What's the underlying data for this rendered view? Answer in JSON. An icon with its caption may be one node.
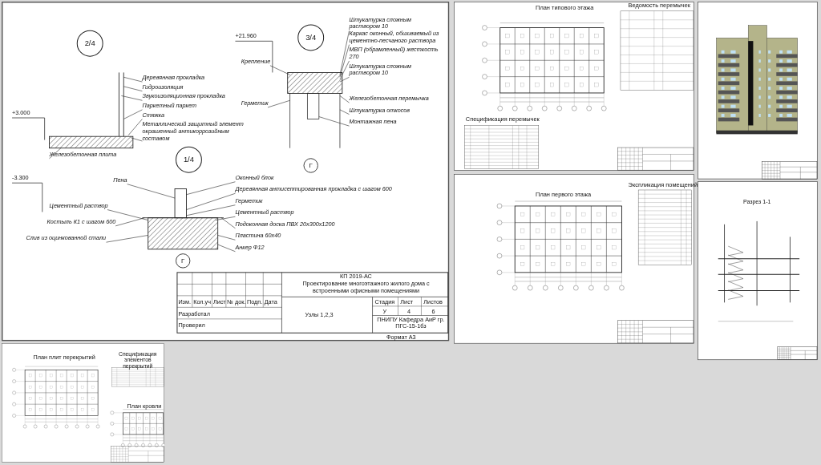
{
  "diagram": {
    "nodes": [
      {
        "text": [
          "Деревянная прокладка"
        ]
      },
      {
        "text": [
          "Металлический защитный элемент окрашенный антикоррозийным составом"
        ]
      },
      {
        "text": [
          "Гидроизоляция"
        ]
      },
      {
        "text": [
          "Звукоизоляционная прокладка"
        ]
      },
      {
        "text": [
          "Паркетный паркет"
        ]
      },
      {
        "text": [
          "Стяжка"
        ]
      },
      {
        "text": [
          "Железобетонная плита"
        ]
      },
      {
        "text": [
          "Крепление"
        ]
      },
      {
        "text": [
          "Герметик"
        ]
      },
      {
        "text": [
          "Штукатурка сложным раствором 10"
        ]
      },
      {
        "text": [
          "Каркас оконный, обшиваемый из цементно-песчаного раствора"
        ]
      },
      {
        "text": [
          "МВП (обрамленный) жесткость 270"
        ]
      },
      {
        "text": [
          "Штукатурка сложным раствором 10"
        ]
      },
      {
        "text": [
          "Железобетонная перемычка"
        ]
      },
      {
        "text": [
          "Штукатурка откосов"
        ]
      },
      {
        "text": [
          "Монтажная пена"
        ]
      },
      {
        "text": [
          "Пена"
        ]
      },
      {
        "text": [
          "Оконный блок"
        ]
      },
      {
        "text": [
          "Деревянная антисептированная прокладка с шагом 600"
        ]
      },
      {
        "text": [
          "Герметик"
        ]
      },
      {
        "text": [
          "Цементный раствор"
        ]
      },
      {
        "text": [
          "Подоконная доска ПВХ 20х300х1200"
        ]
      },
      {
        "text": [
          "Пластина 60х40"
        ]
      },
      {
        "text": [
          "Анкер Ф12"
        ]
      },
      {
        "text": [
          "Цементный раствор"
        ]
      },
      {
        "text": [
          "Костыль К1 с шагом 600"
        ]
      },
      {
        "text": [
          "Слив из оцинкованной стали"
        ]
      },
      {
        "text": [],
        "shape": "picture"
      },
      {
        "text": [],
        "shape": "picture"
      },
      {
        "text": [],
        "shape": "picture"
      }
    ],
    "edges": [
      {
        "from": 0,
        "to": 27,
        "arrow": "none"
      },
      {
        "from": 1,
        "to": 27,
        "arrow": "none"
      },
      {
        "from": 2,
        "to": 27,
        "arrow": "none"
      },
      {
        "from": 3,
        "to": 27,
        "arrow": "none"
      },
      {
        "from": 4,
        "to": 27,
        "arrow": "none"
      },
      {
        "from": 5,
        "to": 27,
        "arrow": "none"
      },
      {
        "from": 6,
        "to": 27,
        "arrow": "none"
      },
      {
        "from": 7,
        "to": 28,
        "arrow": "none"
      },
      {
        "from": 8,
        "to": 28,
        "arrow": "none"
      },
      {
        "from": 9,
        "to": 28,
        "arrow": "none"
      },
      {
        "from": 10,
        "to": 28,
        "arrow": "none"
      },
      {
        "from": 11,
        "to": 28,
        "arrow": "none"
      },
      {
        "from": 12,
        "to": 28,
        "arrow": "none"
      },
      {
        "from": 13,
        "to": 28,
        "arrow": "none"
      },
      {
        "from": 14,
        "to": 28,
        "arrow": "none"
      },
      {
        "from": 15,
        "to": 28,
        "arrow": "none"
      },
      {
        "from": 16,
        "to": 29,
        "arrow": "none"
      },
      {
        "from": 17,
        "to": 29,
        "arrow": "none"
      },
      {
        "from": 18,
        "to": 29,
        "arrow": "none"
      },
      {
        "from": 19,
        "to": 29,
        "arrow": "none"
      },
      {
        "from": 20,
        "to": 29,
        "arrow": "none"
      },
      {
        "from": 21,
        "to": 29,
        "arrow": "none"
      },
      {
        "from": 22,
        "to": 29,
        "arrow": "none"
      },
      {
        "from": 23,
        "to": 29,
        "arrow": "none"
      },
      {
        "from": 24,
        "to": 29,
        "arrow": "none"
      },
      {
        "from": 25,
        "to": 29,
        "arrow": "none"
      },
      {
        "from": 26,
        "to": 29,
        "arrow": "none"
      }
    ],
    "labels": [
      "План типового этажа",
      "Ведомость перемычек",
      "Спецификация перемычек",
      "2/4",
      "+21.960",
      "3/4",
      "+3.000",
      "-3.300",
      "1/4",
      "Г",
      "Г",
      "КП 2019-АС",
      "Проектирование многоэтажного жилого дома с встроенными офисными помещениями",
      "Стадия",
      "Лист",
      "Листов",
      "У",
      "4",
      "6",
      "Изм.",
      "Кол.уч",
      "Лист",
      "№ док.",
      "Подп.",
      "Дата",
      "Разработал",
      "Проверил",
      "Узлы 1,2,3",
      "ПНИПУ Кафедра АиР гр. ПГС-15-1бз",
      "Формат А3",
      "План первого этажа",
      "Экспликация помещений",
      "План плит перекрытий",
      "Спецификация элементов перекрытий",
      "План кровли",
      "Разрез 1-1"
    ]
  }
}
